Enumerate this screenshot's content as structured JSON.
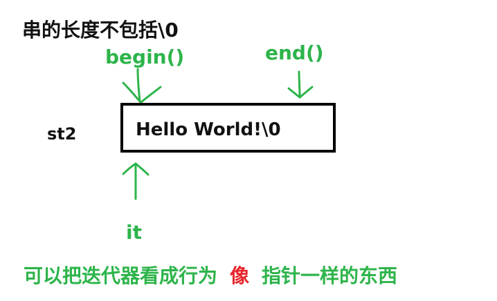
{
  "title": "串的长度不包括\\0",
  "labels": {
    "begin": "begin()",
    "end": "end()",
    "it": "it"
  },
  "variable": "st2",
  "string_value": "Hello World!\\0",
  "caption": {
    "part1": "可以把迭代器看成行为",
    "highlight": "像",
    "part2": "指针一样的东西"
  },
  "colors": {
    "green": "#2db44a",
    "red": "#e8242a",
    "black": "#111111"
  }
}
